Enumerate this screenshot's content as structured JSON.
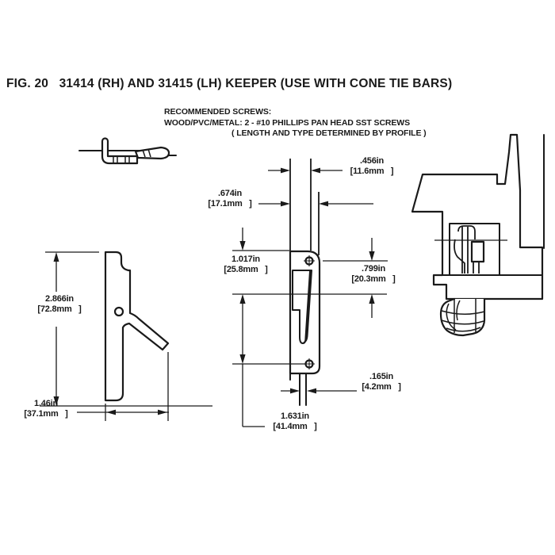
{
  "figure": {
    "title": "FIG. 20   31414 (RH) AND 31415 (LH) KEEPER (USE WITH CONE TIE BARS)"
  },
  "notes": {
    "line1": "RECOMMENDED SCREWS:",
    "line2": "WOOD/PVC/METAL: 2 - #10 PHILLIPS PAN HEAD SST SCREWS",
    "line3": "( LENGTH AND TYPE DETERMINED BY PROFILE )"
  },
  "dimensions": {
    "d456": {
      "inches": ".456in",
      "mm": "[11.6mm   ]"
    },
    "d674": {
      "inches": ".674in",
      "mm": "[17.1mm   ]"
    },
    "d1017": {
      "inches": "1.017in",
      "mm": "[25.8mm   ]"
    },
    "d799": {
      "inches": ".799in",
      "mm": "[20.3mm   ]"
    },
    "d165": {
      "inches": ".165in",
      "mm": "[4.2mm   ]"
    },
    "d1631": {
      "inches": "1.631in",
      "mm": "[41.4mm   ]"
    },
    "d2866": {
      "inches": "2.866in",
      "mm": "[72.8mm   ]"
    },
    "d146": {
      "inches": "1.46in",
      "mm": "[37.1mm   ]"
    }
  },
  "colors": {
    "line": "#1a1a1a",
    "background": "#ffffff"
  }
}
